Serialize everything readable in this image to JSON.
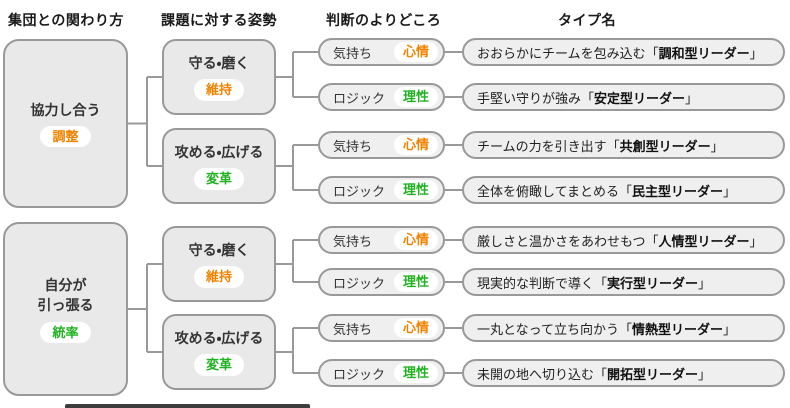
{
  "headers": [
    "集団との関わり方",
    "課題に対する姿勢",
    "判断のよりどころ",
    "タイプ名"
  ],
  "colors": {
    "orange": "#f08300",
    "green": "#21b221"
  },
  "group_boxes": [
    {
      "label": "協力し合う",
      "badge": "調整",
      "badge_color": "orange"
    },
    {
      "label": "自分が\n引っ張る",
      "badge": "統率",
      "badge_color": "green"
    }
  ],
  "stance_boxes": [
    {
      "label": "守る・磨く",
      "badge": "維持",
      "badge_color": "orange"
    },
    {
      "label": "攻める・広げる",
      "badge": "変革",
      "badge_color": "green"
    },
    {
      "label": "守る・磨く",
      "badge": "維持",
      "badge_color": "orange"
    },
    {
      "label": "攻める・広げる",
      "badge": "変革",
      "badge_color": "green"
    }
  ],
  "judgment_pills": [
    {
      "label": "気持ち",
      "badge": "心情",
      "badge_color": "orange"
    },
    {
      "label": "ロジック",
      "badge": "理性",
      "badge_color": "green"
    },
    {
      "label": "気持ち",
      "badge": "心情",
      "badge_color": "orange"
    },
    {
      "label": "ロジック",
      "badge": "理性",
      "badge_color": "green"
    },
    {
      "label": "気持ち",
      "badge": "心情",
      "badge_color": "orange"
    },
    {
      "label": "ロジック",
      "badge": "理性",
      "badge_color": "green"
    },
    {
      "label": "気持ち",
      "badge": "心情",
      "badge_color": "orange"
    },
    {
      "label": "ロジック",
      "badge": "理性",
      "badge_color": "green"
    }
  ],
  "type_pills": [
    {
      "prefix": "おおらかにチームを包み込む「",
      "name": "調和型リーダー",
      "suffix": "」"
    },
    {
      "prefix": "手堅い守りが強み「",
      "name": "安定型リーダー",
      "suffix": "」"
    },
    {
      "prefix": "チームの力を引き出す「",
      "name": "共創型リーダー",
      "suffix": "」"
    },
    {
      "prefix": "全体を俯瞰してまとめる「",
      "name": "民主型リーダー",
      "suffix": "」"
    },
    {
      "prefix": "厳しさと温かさをあわせもつ「",
      "name": "人情型リーダー",
      "suffix": "」"
    },
    {
      "prefix": "現実的な判断で導く「",
      "name": "実行型リーダー",
      "suffix": "」"
    },
    {
      "prefix": "一丸となって立ち向かう「",
      "name": "情熱型リーダー",
      "suffix": "」"
    },
    {
      "prefix": "未開の地へ切り込む「",
      "name": "開拓型リーダー",
      "suffix": "」"
    }
  ]
}
